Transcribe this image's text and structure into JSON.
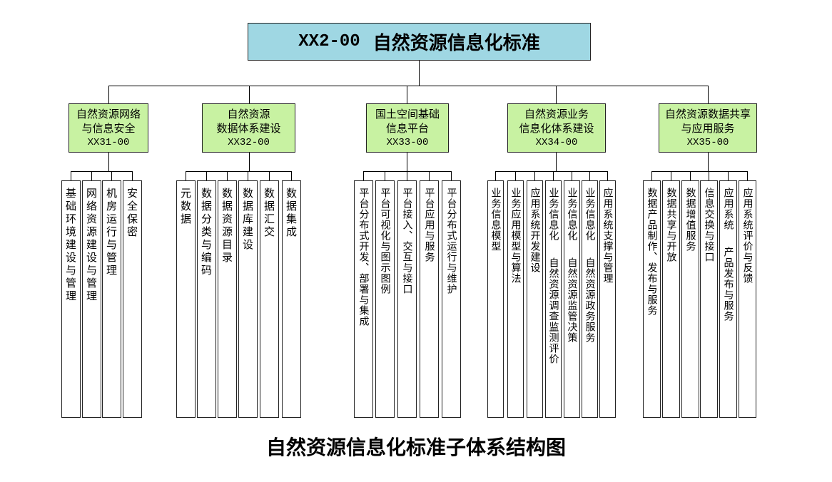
{
  "root": {
    "code": "XX2-00",
    "name": "自然资源信息化标准"
  },
  "groups": [
    {
      "lines": [
        "自然资源网络",
        "与信息安全"
      ],
      "code": "XX31-00",
      "children": [
        "基础环境建设与管理",
        "网络资源建设与管理",
        "机房运行与管理",
        "安全保密"
      ]
    },
    {
      "lines": [
        "自然资源",
        "数据体系建设"
      ],
      "code": "XX32-00",
      "children": [
        "元数据",
        "数据分类与编码",
        "数据资源目录",
        "数据库建设",
        "数据汇交",
        "数据集成"
      ]
    },
    {
      "lines": [
        "国土空间基础",
        "信息平台"
      ],
      "code": "XX33-00",
      "children": [
        "平台分布式开发、部署与集成",
        "平台可视化与图示图例",
        "平台接入、交互与接口",
        "平台应用与服务",
        "平台分布式运行与维护"
      ]
    },
    {
      "lines": [
        "自然资源业务",
        "信息化体系建设"
      ],
      "code": "XX34-00",
      "children": [
        "业务信息模型",
        "业务应用模型与算法",
        "应用系统开发建设",
        "业务信息化 自然资源调查监测评价",
        "业务信息化 自然资源监管决策",
        "业务信息化 自然资源政务服务",
        "应用系统支撑与管理"
      ]
    },
    {
      "lines": [
        "自然资源数据共享",
        "与应用服务"
      ],
      "code": "XX35-00",
      "children": [
        "数据产品制作、发布与服务",
        "数据共享与开放",
        "数据增值服务",
        "信息交换与接口",
        "应用系统 产品发布与服务",
        "应用系统评价与反馈"
      ]
    }
  ],
  "caption": "自然资源信息化标准子体系结构图",
  "colors": {
    "root_fill": "#9fd7e3",
    "group_fill": "#c8f2a2",
    "child_fill": "#ffffff",
    "line": "#000000"
  }
}
